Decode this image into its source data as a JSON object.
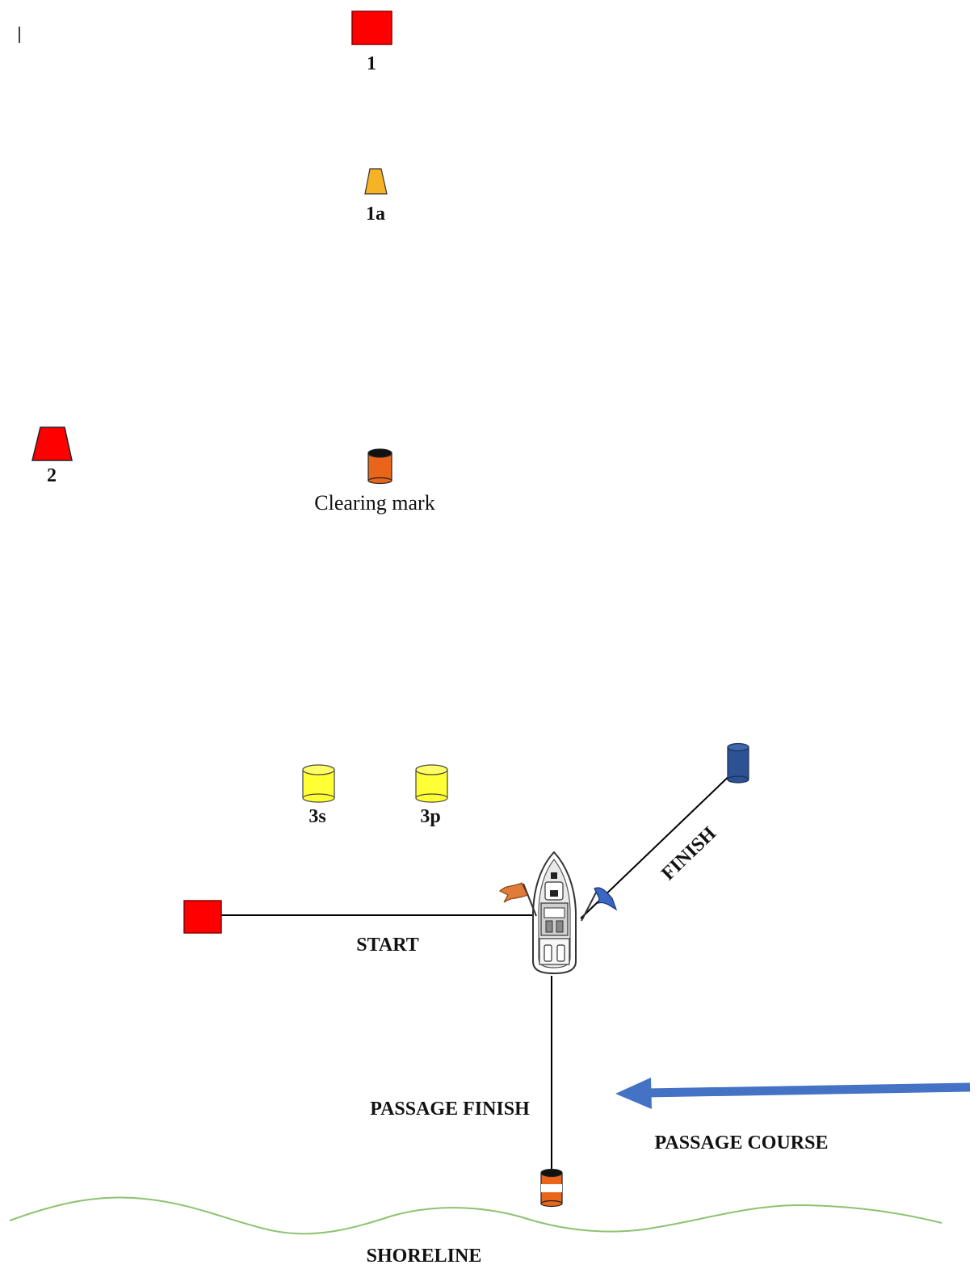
{
  "colors": {
    "red_mark": "#ff0000",
    "amber_mark": "#f5b325",
    "orange_mark": "#e8651a",
    "yellow_mark": "#ffff33",
    "blue_mark": "#2c5293",
    "arrow_blue": "#4472c4",
    "shoreline_green": "#8dc26f",
    "line_black": "#000000",
    "flag_orange": "#e07b39",
    "flag_blue": "#3a66c4"
  },
  "marks": {
    "m1": {
      "label": "1",
      "shape": "red-square"
    },
    "m1a": {
      "label": "1a",
      "shape": "amber-cone"
    },
    "m2": {
      "label": "2",
      "shape": "red-cone"
    },
    "clearing": {
      "label": "Clearing mark",
      "shape": "orange-cylinder"
    },
    "m3s": {
      "label": "3s",
      "shape": "yellow-cylinder"
    },
    "m3p": {
      "label": "3p",
      "shape": "yellow-cylinder"
    },
    "start_pin": {
      "shape": "red-square"
    },
    "finish_pin": {
      "shape": "blue-cylinder"
    },
    "passage_pin": {
      "shape": "orange-white-striped-cylinder"
    }
  },
  "lines": {
    "start": "START",
    "finish": "FINISH",
    "passage_finish": "PASSAGE FINISH",
    "passage_course": "PASSAGE COURSE",
    "shoreline": "SHORELINE"
  },
  "icons": [
    "committee-boat-icon",
    "orange-flag-icon",
    "blue-flag-icon",
    "arrow-left-icon"
  ]
}
